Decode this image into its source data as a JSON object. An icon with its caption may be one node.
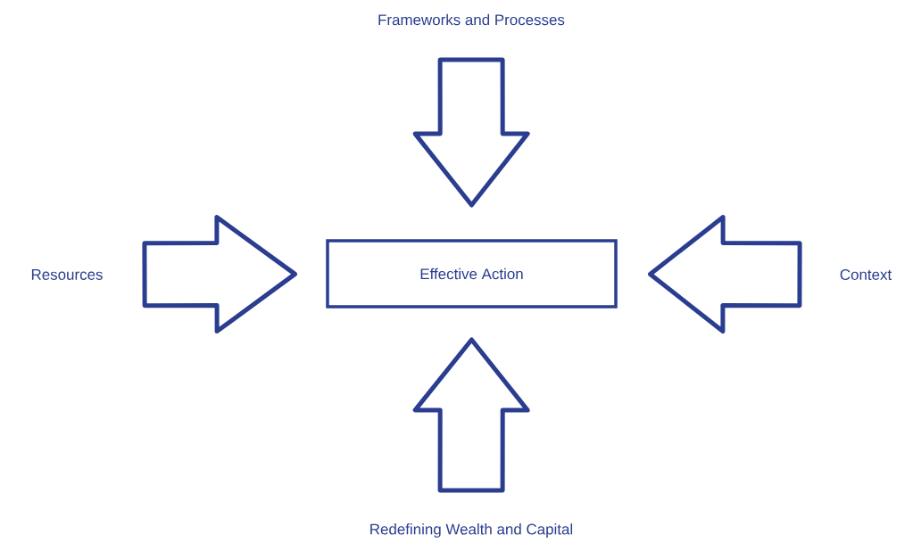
{
  "diagram": {
    "nodes": [
      {
        "text": [
          "Frameworks and Processes"
        ]
      },
      {
        "text": [
          "Resources"
        ]
      },
      {
        "text": [
          "Effective Action"
        ]
      },
      {
        "text": [
          "Context"
        ]
      },
      {
        "text": [
          "Redefining Wealth and Capital"
        ]
      }
    ],
    "edges": [
      {
        "from": 0,
        "to": 2,
        "arrow": "to"
      },
      {
        "from": 1,
        "to": 2,
        "arrow": "to"
      },
      {
        "from": 3,
        "to": 2,
        "arrow": "to"
      },
      {
        "from": 4,
        "to": 2,
        "arrow": "to"
      }
    ]
  }
}
